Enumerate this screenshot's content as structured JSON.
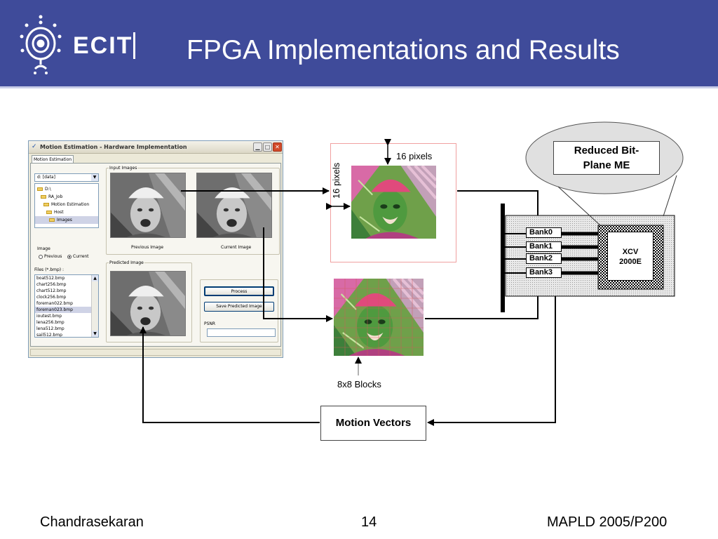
{
  "slide": {
    "logo_text": "ECIT",
    "title": "FPGA Implementations and Results"
  },
  "app_window": {
    "title": "Motion Estimation - Hardware Implementation",
    "tab": "Motion Estimation",
    "drive_combo": "d: [data]",
    "directory_tree": [
      "D:\\",
      "RA_Job",
      "Motion Estimation",
      "Host",
      "Images"
    ],
    "input_images_label": "Input Images",
    "previous_image_caption": "Previous Image",
    "current_image_caption": "Current Image",
    "image_group_label": "Image",
    "radio_previous": "Previous",
    "radio_current": "Current",
    "files_label": "Files (*.bmp) :",
    "files": [
      "boat512.bmp",
      "chart256.bmp",
      "chart512.bmp",
      "clock256.bmp",
      "foreman022.bmp",
      "foreman023.bmp",
      "ioutest.bmp",
      "lena256.bmp",
      "lena512.bmp",
      "sail512.bmp"
    ],
    "selected_file": "foreman023.bmp",
    "predicted_image_label": "Predicted Image",
    "process_button": "Process",
    "save_button": "Save Predicted Image",
    "psnr_label": "PSNR"
  },
  "diagram": {
    "label_16_pixels_h": "16 pixels",
    "label_16_pixels_v": "16 pixels",
    "label_blocks": "8x8 Blocks",
    "reduced_bit_plane_line1": "Reduced Bit-",
    "reduced_bit_plane_line2": "Plane ME",
    "banks": [
      "Bank0",
      "Bank1",
      "Bank2",
      "Bank3"
    ],
    "chip_line1": "XCV",
    "chip_line2": "2000E",
    "motion_vectors": "Motion Vectors"
  },
  "footer": {
    "author": "Chandrasekaran",
    "page_number": "14",
    "conference": "MAPLD 2005/P200"
  }
}
